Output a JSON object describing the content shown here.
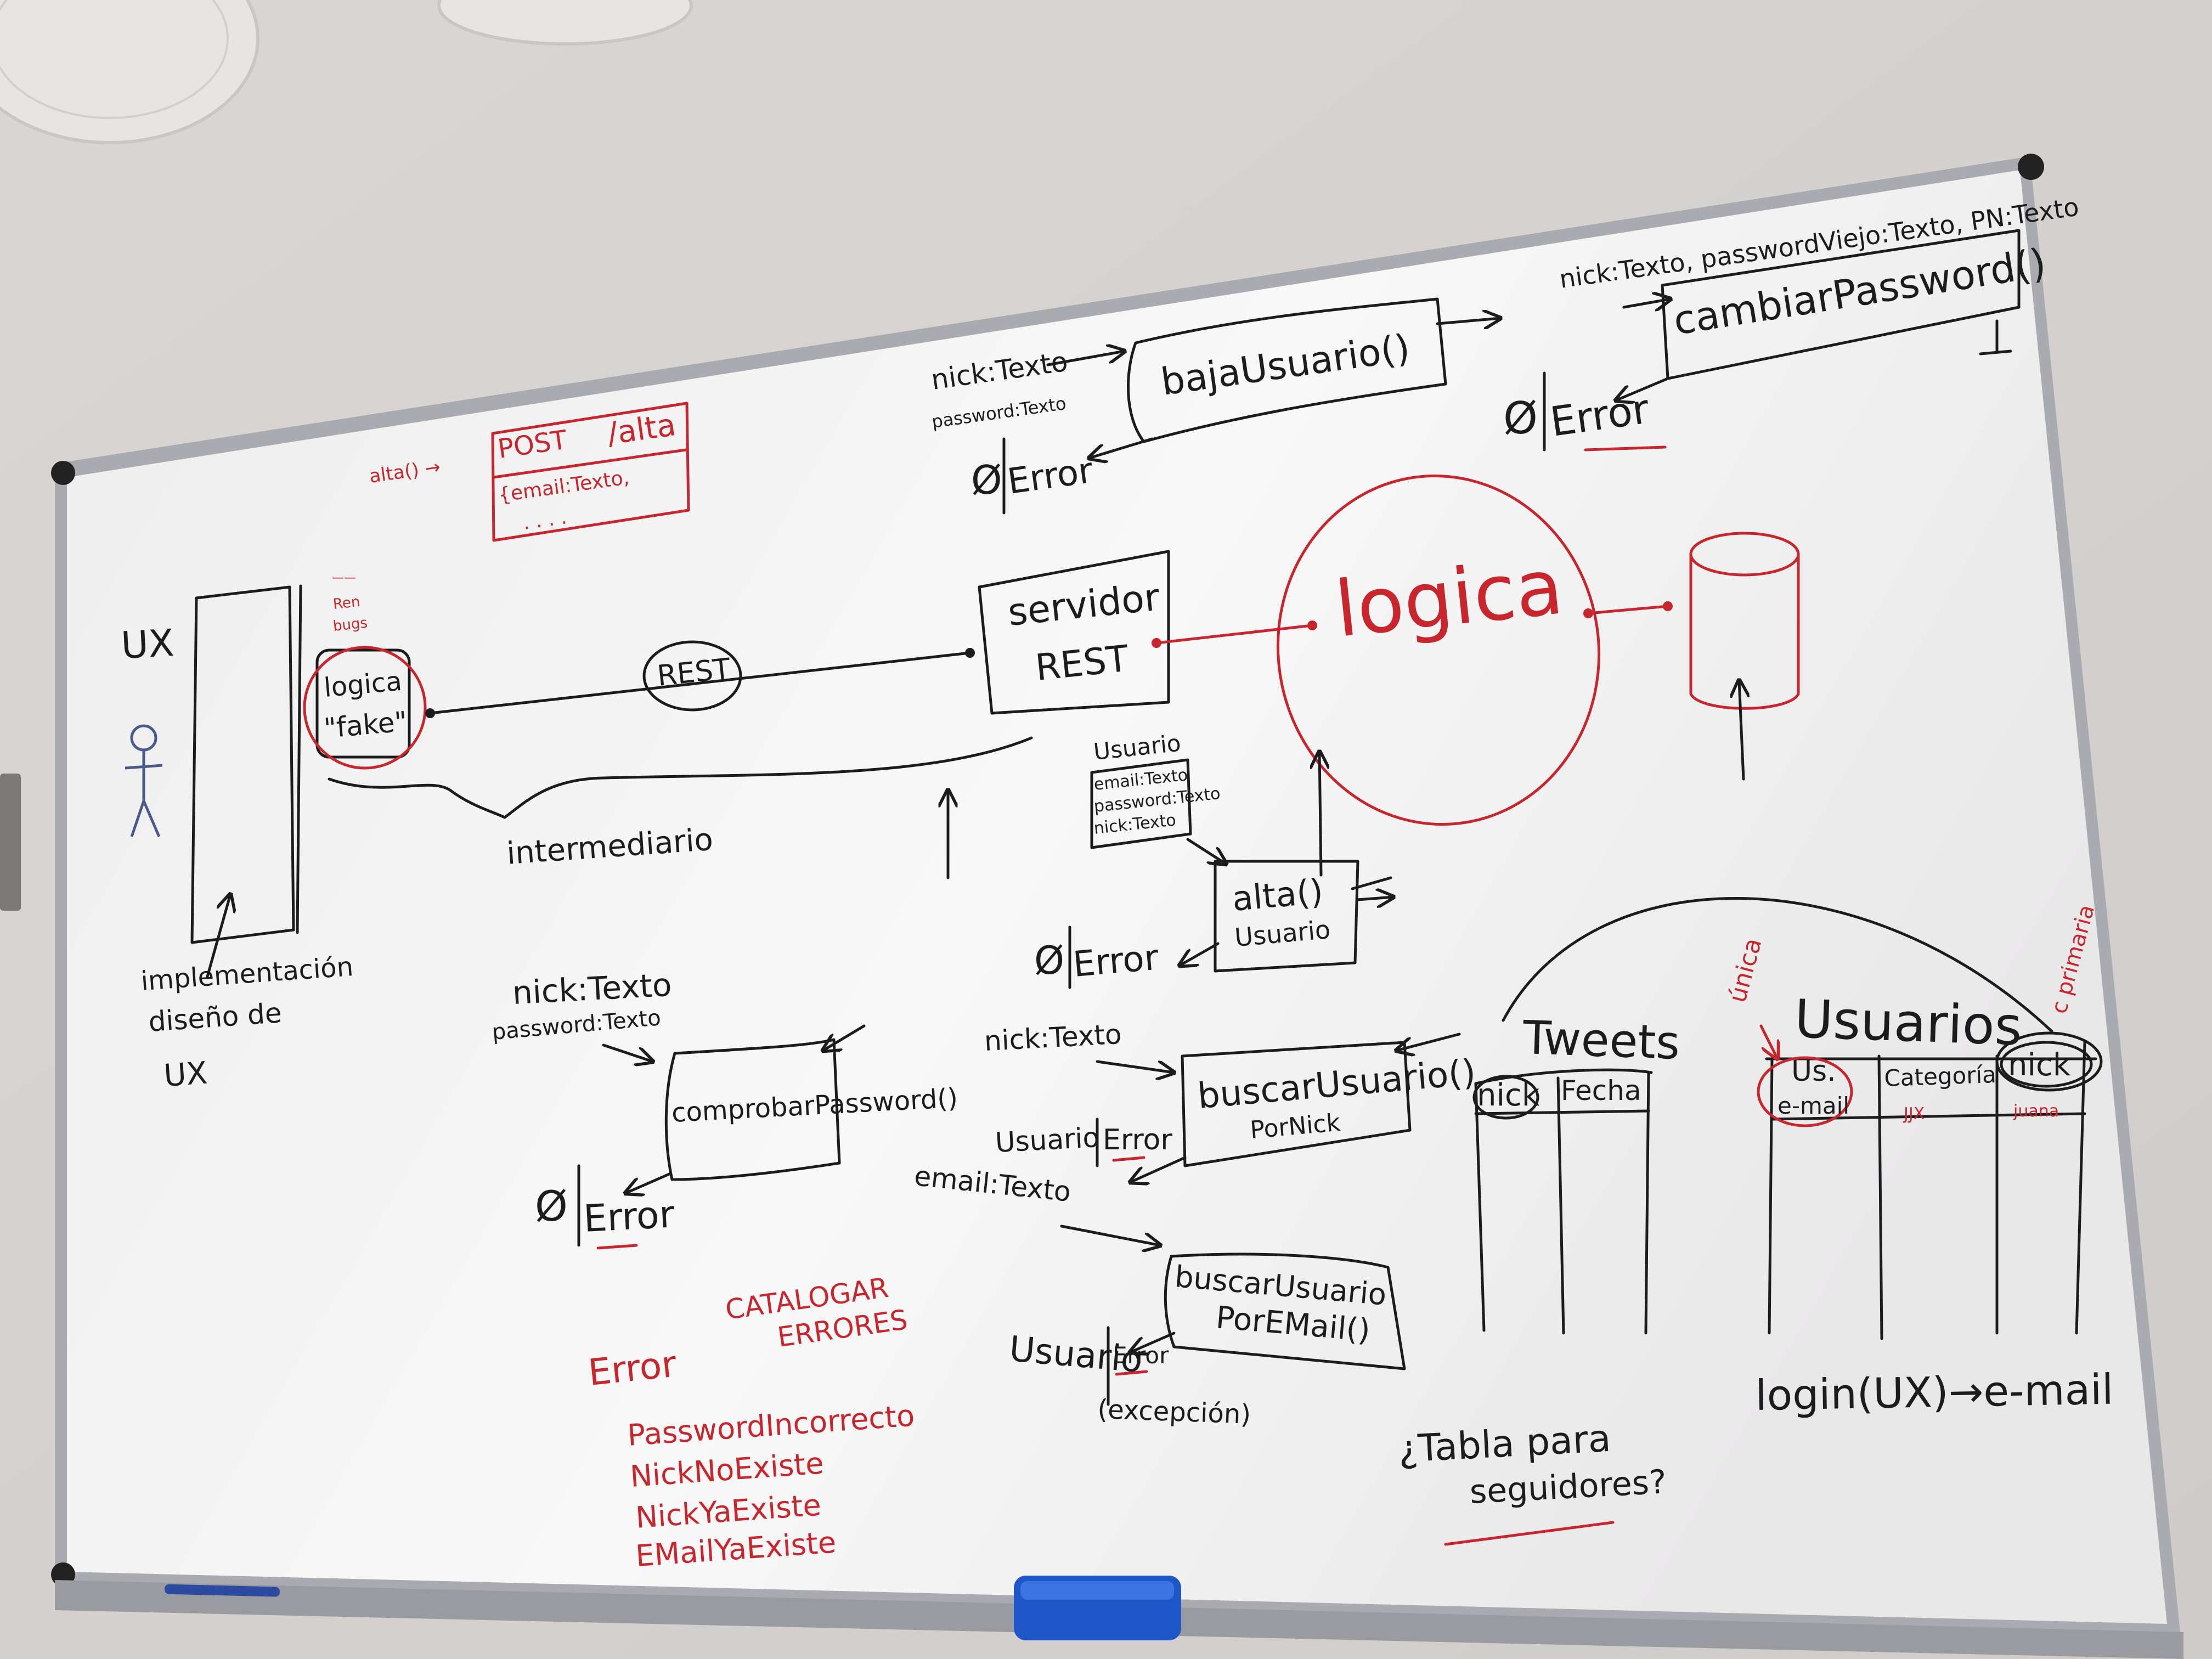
{
  "whiteboard": {
    "ux_left": {
      "ux_label": "UX",
      "implementation_note": [
        "implementación",
        "diseño de",
        "UX"
      ]
    },
    "post_box": {
      "side_label": "alta() →",
      "header": "POST",
      "endpoint": "/alta",
      "body_lines": [
        "{email:Texto,",
        ". . . ."
      ]
    },
    "fake_logic": {
      "label_lines": [
        "logica",
        "\"fake\""
      ],
      "small_red_marks": [
        "——",
        "Ren",
        "bugs"
      ]
    },
    "rest_link": {
      "label": "REST"
    },
    "intermediary": {
      "label": "intermediario"
    },
    "rest_server": {
      "label_lines": [
        "servidor",
        "REST"
      ]
    },
    "logic_circle": {
      "label": "logica"
    },
    "baja": {
      "input_lines": [
        "nick:Texto",
        "password:Texto"
      ],
      "function": "bajaUsuario()",
      "result_empty": "Ø",
      "result_error": "Error"
    },
    "cambiar": {
      "input": "nick:Texto, passwordViejo:Texto, PN:Texto",
      "function": "cambiarPassword()",
      "result_empty": "Ø",
      "result_error": "Error"
    },
    "alta": {
      "entity_title": "Usuario",
      "entity_fields": [
        "email:Texto",
        "password:Texto",
        "nick:Texto"
      ],
      "function_lines": [
        "alta()",
        "Usuario"
      ],
      "result_empty": "Ø",
      "result_error": "Error"
    },
    "comprobar": {
      "input_lines": [
        "nick:Texto",
        "password:Texto"
      ],
      "function": "comprobarPassword()",
      "result_empty": "Ø",
      "result_error": "Error"
    },
    "buscar_nick": {
      "input": "nick:Texto",
      "function_lines": [
        "buscarUsuario()",
        "PorNick"
      ],
      "result_user": "Usuario",
      "result_error": "Error"
    },
    "buscar_email": {
      "input": "email:Texto",
      "function_lines": [
        "buscarUsuario",
        "PorEMail()"
      ],
      "result_user": "Usuario",
      "result_error": "Error",
      "note": "(excepción)"
    },
    "errors": {
      "catalog_lines": [
        "CATALOGAR",
        "ERRORES"
      ],
      "title": "Error",
      "items": [
        "PasswordIncorrecto",
        "NickNoExiste",
        "NickYaExiste",
        "EMailYaExiste"
      ]
    },
    "tweets_table": {
      "title": "Tweets",
      "columns": [
        "nick",
        "Fecha"
      ]
    },
    "usuarios_table": {
      "title": "Usuarios",
      "columns": [
        "Us.",
        "Categoría",
        "nick"
      ],
      "sub_labels": [
        "e-mail",
        "JJX",
        "juana"
      ],
      "side_notes": [
        "única",
        "c primaria"
      ],
      "login_note": "login(UX)→e-mail"
    },
    "question_lines": [
      "¿Tabla para",
      "seguidores?"
    ]
  }
}
